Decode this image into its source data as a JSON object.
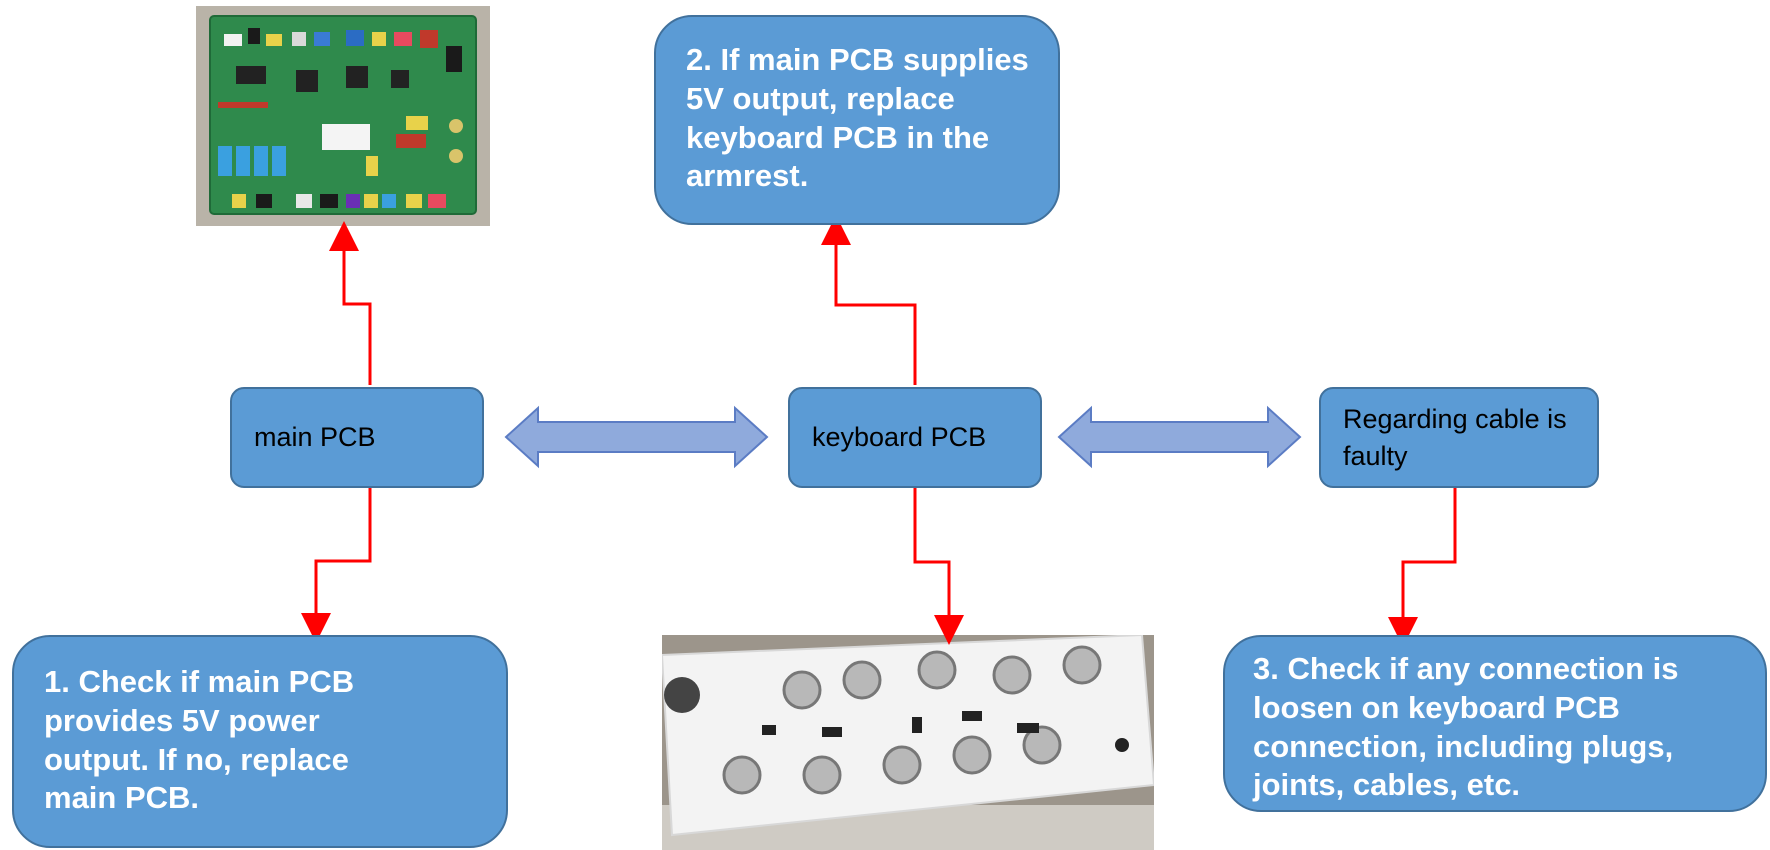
{
  "nodes": {
    "main_pcb": "main PCB",
    "keyboard_pcb": "keyboard PCB",
    "cable": "Regarding cable is faulty"
  },
  "steps": {
    "step1": "1. Check if main PCB provides 5V power output. If no, replace main PCB.",
    "step2": "2. If main PCB supplies 5V output, replace keyboard PCB in the armrest.",
    "step3": "3. Check if any connection is loosen on keyboard PCB connection, including plugs, joints, cables, etc."
  },
  "images": {
    "main_pcb_photo": "main-pcb-photo",
    "keyboard_pcb_photo": "keyboard-pcb-photo"
  },
  "colors": {
    "box_fill": "#5b9bd5",
    "box_border": "#41719c",
    "arrow_red": "#ff0000",
    "double_arrow": "#8faadc"
  }
}
